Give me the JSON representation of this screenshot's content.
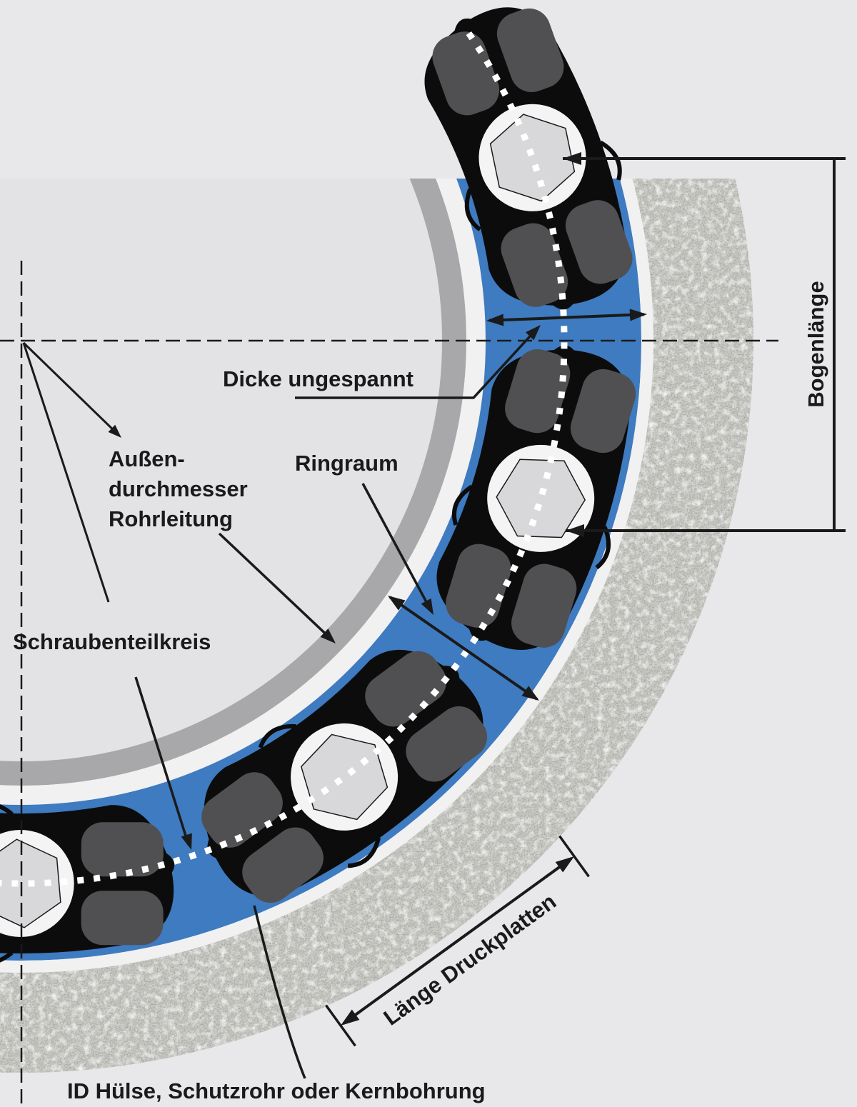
{
  "title": "Ringraumdichtung Querschnitt Diagramm",
  "labels": {
    "dicke": "Dicke ungespannt",
    "aussen_1": "Außen-",
    "aussen_2": "durchmesser",
    "aussen_3": "Rohrleitung",
    "ringraum": "Ringraum",
    "schrauben": "Schraubenteilkreis",
    "bogen": "Bogenlänge",
    "laenge": "Länge Druckplatten",
    "id_huelse": "ID Hülse, Schutzrohr oder Kernbohrung"
  },
  "segments_visible": 4,
  "colors": {
    "background": "#e8e8ea",
    "inner_disc": "#e3e3e5",
    "pipe_gray": "#a8a8aa",
    "strip_white": "#f1f1f2",
    "seal_blue": "#3e7bc0",
    "gap_white": "#f1f1f2",
    "texture_base": "#cfcfca",
    "segment_black": "#0c0c0c",
    "lobe_gray": "#505052",
    "nut_circle_white": "#f4f4f4",
    "hex_fill": "#d8d8da",
    "hex_stroke": "#1a1a1a",
    "dot_white": "#ffffff",
    "line_black": "#1a1a1a",
    "text_black": "#1a1a1a"
  }
}
